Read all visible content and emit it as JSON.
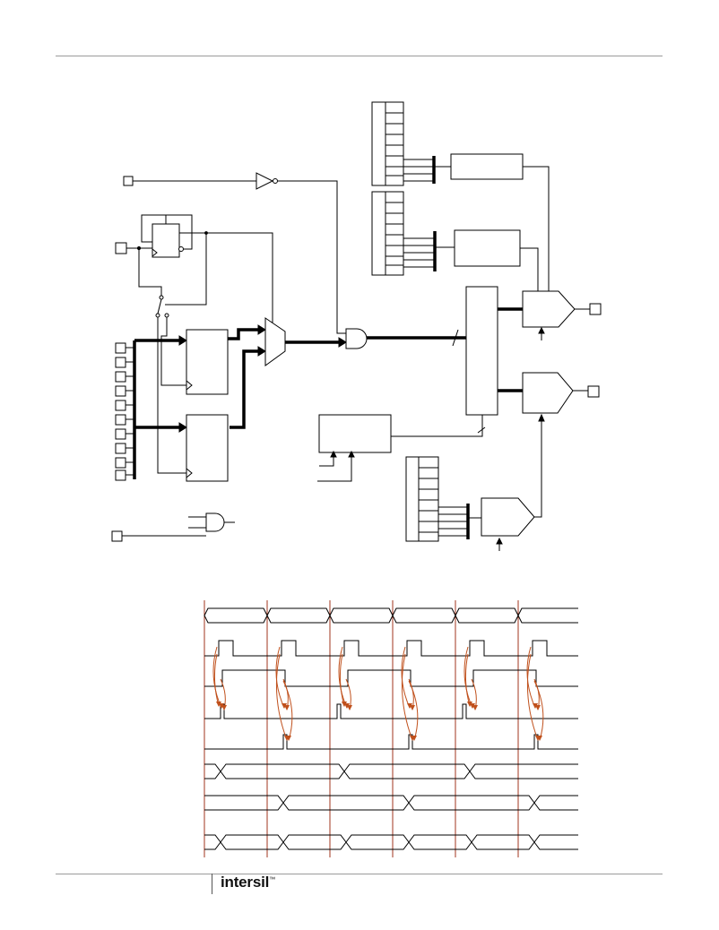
{
  "footer": {
    "logo_text": "intersil",
    "trademark": "™"
  },
  "colors": {
    "line": "#000000",
    "rule": "#9a9a9a",
    "marker": "#a0341c",
    "arrow": "#c0501c"
  },
  "timing": {
    "clock_periods": 6,
    "signal_rows": 8
  }
}
